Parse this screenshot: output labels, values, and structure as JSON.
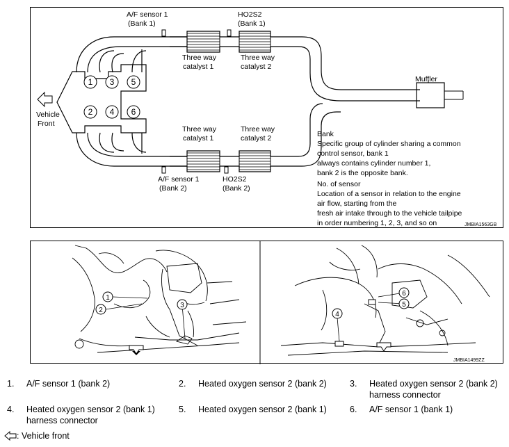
{
  "top_diagram": {
    "af_sensor_bank1": [
      "A/F sensor 1",
      "(Bank 1)"
    ],
    "ho2s2_bank1": [
      "HO2S2",
      "(Bank 1)"
    ],
    "catalyst1_upper": [
      "Three way",
      "catalyst 1"
    ],
    "catalyst2_upper": [
      "Three way",
      "catalyst 2"
    ],
    "catalyst1_lower": [
      "Three way",
      "catalyst 1"
    ],
    "catalyst2_lower": [
      "Three way",
      "catalyst 2"
    ],
    "af_sensor_bank2": [
      "A/F sensor 1",
      "(Bank 2)"
    ],
    "ho2s2_bank2": [
      "HO2S2",
      "(Bank 2)"
    ],
    "muffler": "Muffler",
    "vehicle_front": [
      "Vehicle",
      "Front"
    ],
    "cylinders_top": [
      "1",
      "3",
      "5"
    ],
    "cylinders_bottom": [
      "2",
      "4",
      "6"
    ],
    "bank_note": [
      "Bank",
      "Specific group of cylinder sharing a common",
      "control sensor, bank 1",
      "always contains cylinder number 1,",
      "bank 2 is the opposite bank."
    ],
    "sensor_no_note": [
      "No. of sensor",
      "Location of a sensor in relation to the engine",
      "air flow, starting from the",
      "fresh air intake through to the vehicle tailpipe",
      "in order numbering 1, 2, 3, and so on"
    ],
    "figure_code": "JMBIA1563GB"
  },
  "bottom_diagram": {
    "left_callouts": [
      "1",
      "2",
      "3"
    ],
    "right_callouts": [
      "4",
      "5",
      "6"
    ],
    "figure_code": "JMBIA1499ZZ"
  },
  "legend": [
    {
      "num": "1.",
      "text": "A/F sensor 1 (bank 2)"
    },
    {
      "num": "2.",
      "text": "Heated oxygen sensor 2 (bank 2)"
    },
    {
      "num": "3.",
      "text": "Heated oxygen sensor 2 (bank 2)\nharness connector"
    },
    {
      "num": "4.",
      "text": "Heated oxygen sensor 2 (bank 1)\nharness connector"
    },
    {
      "num": "5.",
      "text": "Heated oxygen sensor 2 (bank 1)"
    },
    {
      "num": "6.",
      "text": "A/F sensor 1 (bank 1)"
    }
  ],
  "vehicle_front_note": ": Vehicle front"
}
